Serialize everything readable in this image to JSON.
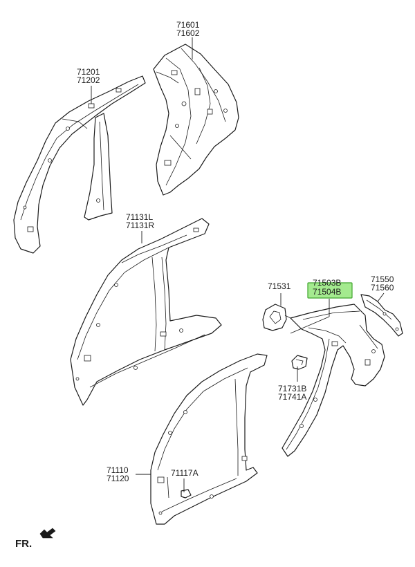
{
  "colors": {
    "highlight_fill": "#a4ea8f",
    "highlight_stroke": "#3ea52a",
    "ink": "#1a1a1a"
  },
  "labels": {
    "l71601": "71601",
    "l71602": "71602",
    "l71201": "71201",
    "l71202": "71202",
    "l71131L": "71131L",
    "l71131R": "71131R",
    "l71531": "71531",
    "l71503B": "71503B",
    "l71504B": "71504B",
    "l71550": "71550",
    "l71560": "71560",
    "l71731B": "71731B",
    "l71741A": "71741A",
    "l71110": "71110",
    "l71120": "71120",
    "l71117A": "71117A"
  },
  "direction_label": "FR.",
  "icons": {
    "direction": "front-arrow-icon"
  }
}
